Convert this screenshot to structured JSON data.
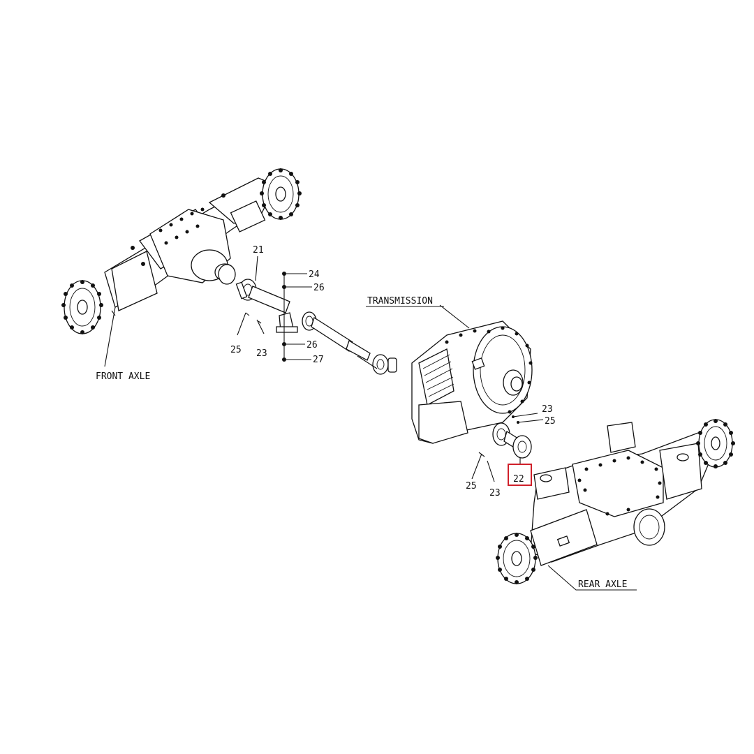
{
  "labels": {
    "front_axle": "FRONT AXLE",
    "rear_axle": "REAR AXLE",
    "transmission": "TRANSMISSION"
  },
  "callouts": {
    "c21": "21",
    "c24": "24",
    "c26a": "26",
    "c25a": "25",
    "c23a": "23",
    "c26b": "26",
    "c27": "27",
    "c23b": "23",
    "c25b": "25",
    "c25c": "25",
    "c23c": "23",
    "c22": "22"
  },
  "highlight": {
    "part": "22",
    "color": "#d0202a"
  }
}
